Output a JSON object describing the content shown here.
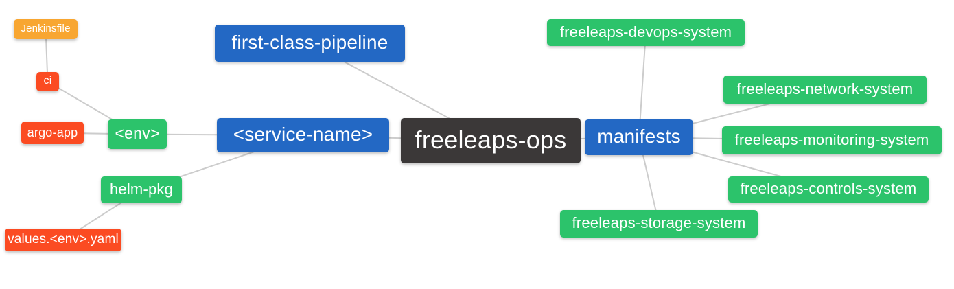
{
  "diagram": {
    "title": "freeleaps-ops mind map",
    "background": "#ffffff",
    "edge_color": "#cccccc",
    "edge_width": 2,
    "colors": {
      "blue": "#2368c4",
      "dark": "#3b3838",
      "green": "#2cc36b",
      "orange": "#f8a631",
      "red": "#fb4b22"
    },
    "nodes": {
      "jenkinsfile": {
        "label": "Jenkinsfile",
        "color": "orange"
      },
      "ci": {
        "label": "ci",
        "color": "red"
      },
      "argo_app": {
        "label": "argo-app",
        "color": "red"
      },
      "env": {
        "label": "<env>",
        "color": "green"
      },
      "helm_pkg": {
        "label": "helm-pkg",
        "color": "green"
      },
      "values_env_yaml": {
        "label": "values.<env>.yaml",
        "color": "red"
      },
      "first_class_pipeline": {
        "label": "first-class-pipeline",
        "color": "blue"
      },
      "service_name": {
        "label": "<service-name>",
        "color": "blue"
      },
      "freeleaps_ops": {
        "label": "freeleaps-ops",
        "color": "dark"
      },
      "manifests": {
        "label": "manifests",
        "color": "blue"
      },
      "devops_system": {
        "label": "freeleaps-devops-system",
        "color": "green"
      },
      "network_system": {
        "label": "freeleaps-network-system",
        "color": "green"
      },
      "monitoring_system": {
        "label": "freeleaps-monitoring-system",
        "color": "green"
      },
      "controls_system": {
        "label": "freeleaps-controls-system",
        "color": "green"
      },
      "storage_system": {
        "label": "freeleaps-storage-system",
        "color": "green"
      }
    },
    "edges": [
      [
        "jenkinsfile",
        "ci"
      ],
      [
        "ci",
        "env"
      ],
      [
        "argo_app",
        "env"
      ],
      [
        "env",
        "service_name"
      ],
      [
        "helm_pkg",
        "service_name"
      ],
      [
        "values_env_yaml",
        "helm_pkg"
      ],
      [
        "first_class_pipeline",
        "freeleaps_ops"
      ],
      [
        "service_name",
        "freeleaps_ops"
      ],
      [
        "freeleaps_ops",
        "manifests"
      ],
      [
        "manifests",
        "devops_system"
      ],
      [
        "manifests",
        "network_system"
      ],
      [
        "manifests",
        "monitoring_system"
      ],
      [
        "manifests",
        "controls_system"
      ],
      [
        "manifests",
        "storage_system"
      ]
    ]
  }
}
